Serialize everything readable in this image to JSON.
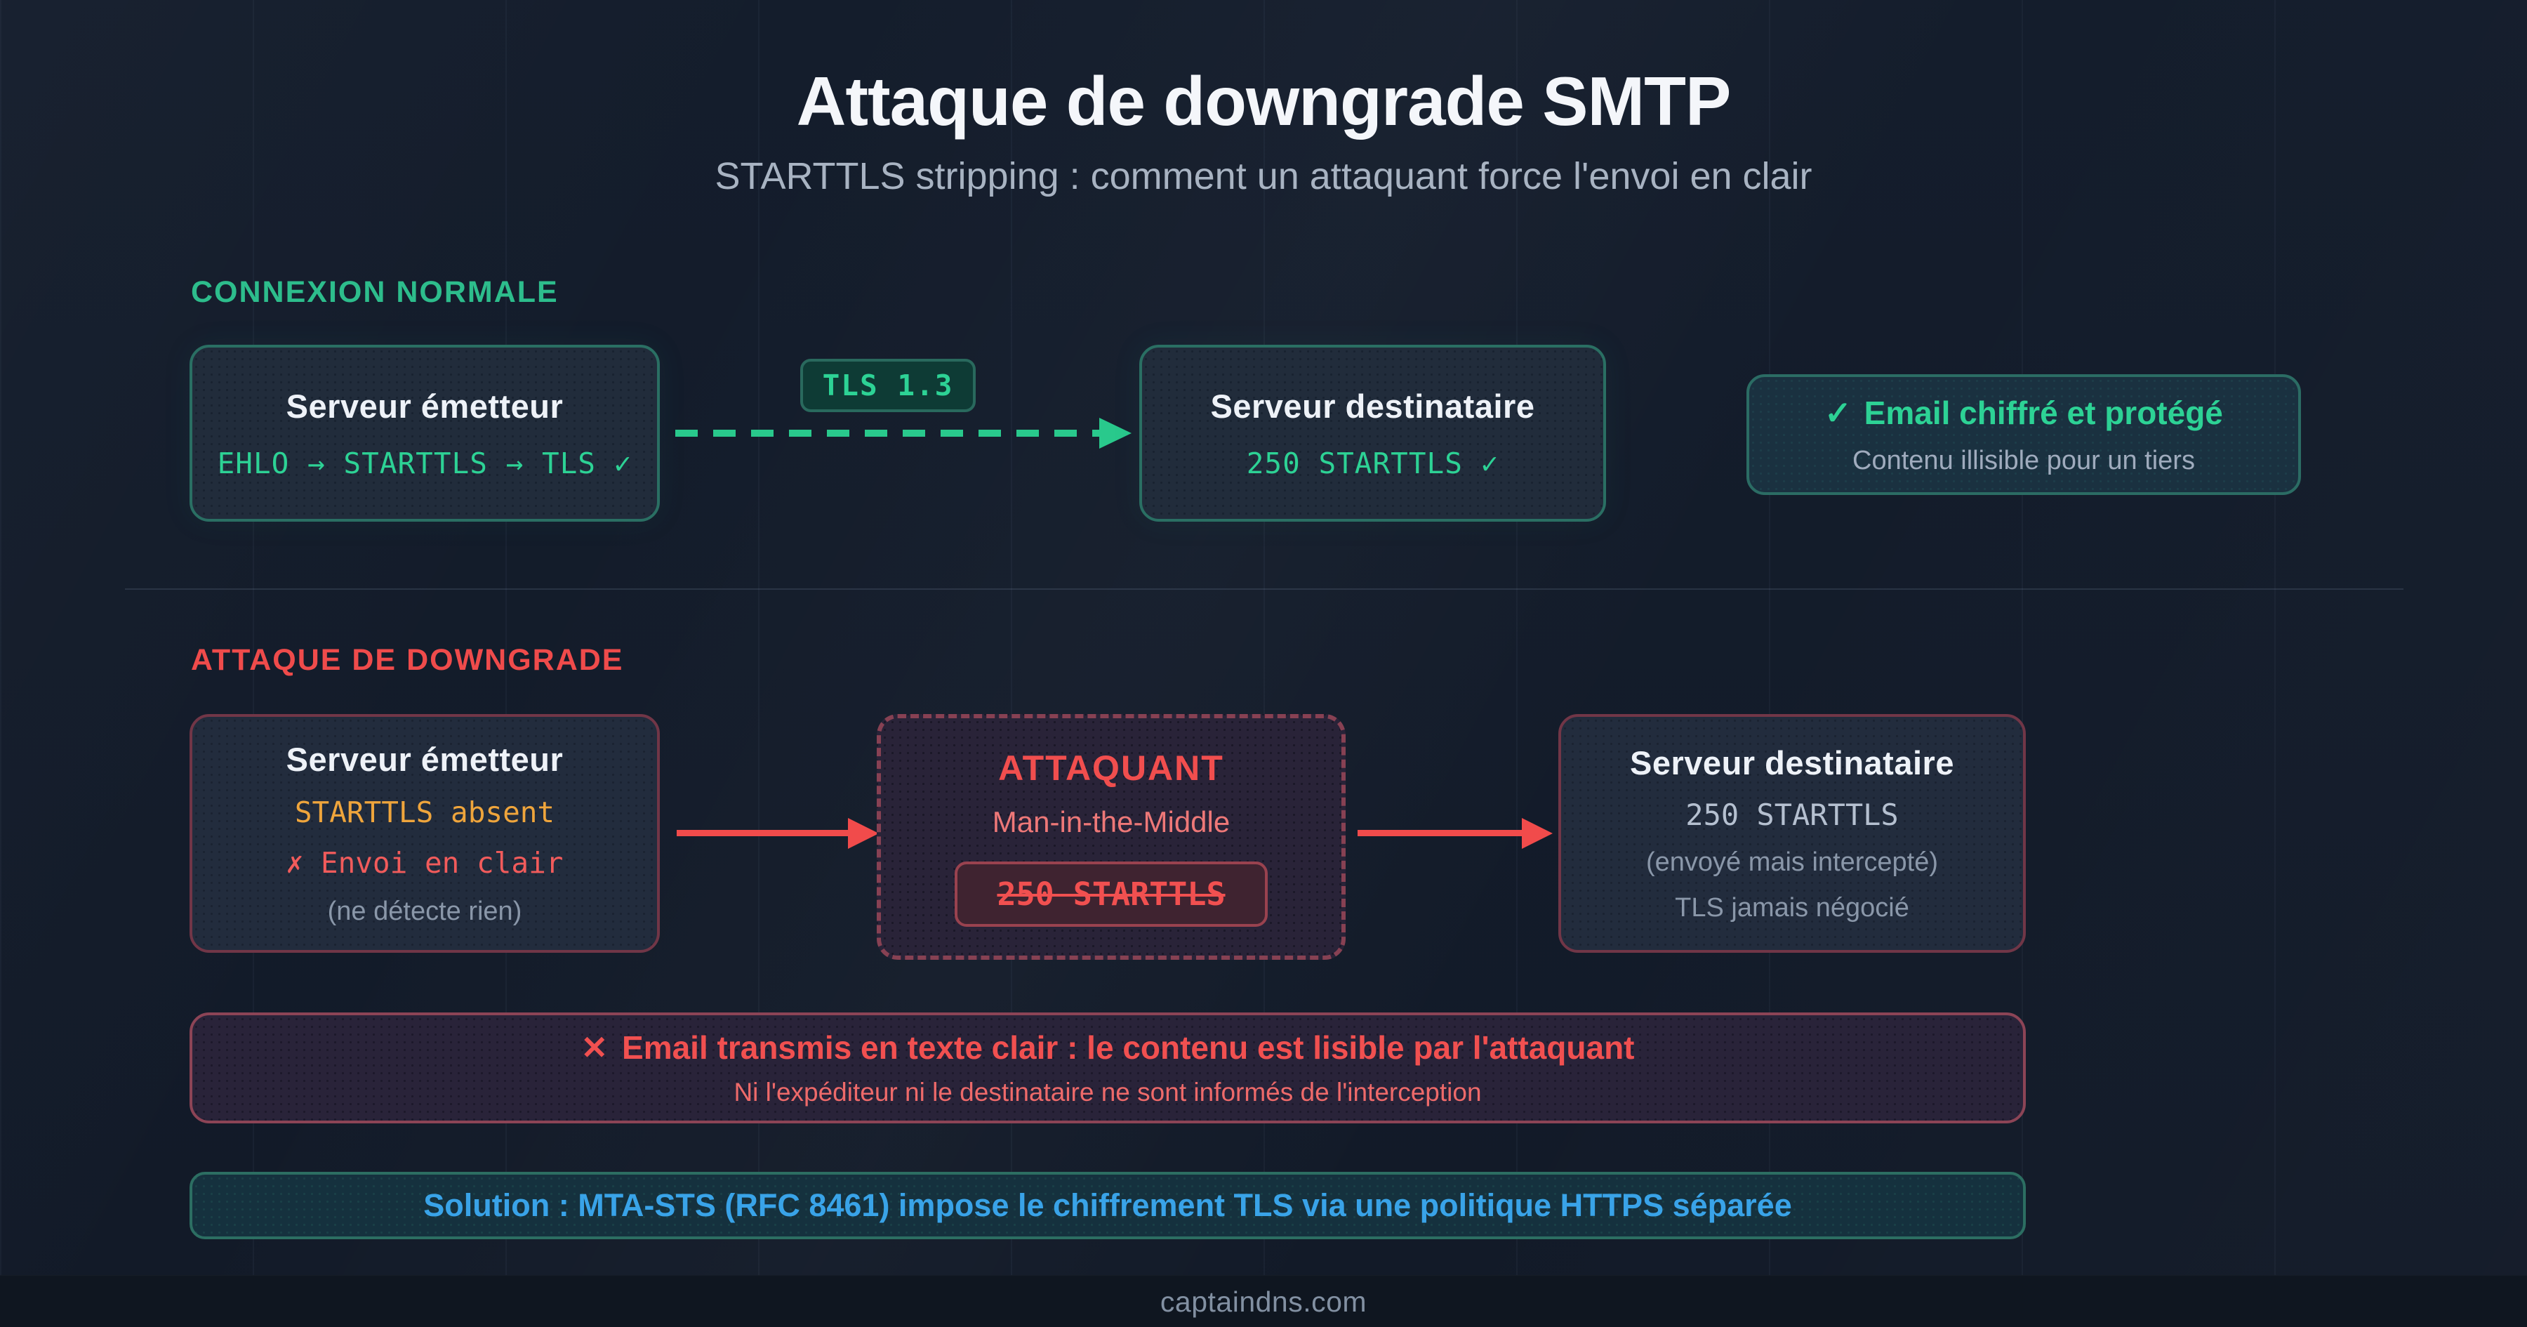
{
  "title": "Attaque de downgrade SMTP",
  "subtitle": "STARTTLS stripping : comment un attaquant force l'envoi en clair",
  "colors": {
    "background": "#131c2b",
    "green_accent": "#2dd295",
    "teal_border": "#2a6f63",
    "red_accent": "#f15050",
    "muted_red_border": "#874153",
    "orange_accent": "#efa53c",
    "blue_accent": "#39a3e8",
    "muted_text": "#8a97a9"
  },
  "normal_flow": {
    "label": "CONNEXION NORMALE",
    "sender": {
      "title": "Serveur émetteur",
      "protocol": "EHLO → STARTTLS → TLS ✓"
    },
    "tls_badge": "TLS 1.3",
    "receiver": {
      "title": "Serveur destinataire",
      "response": "250 STARTTLS ✓"
    },
    "result": {
      "icon": "✓",
      "title": "Email chiffré et protégé",
      "subtitle": "Contenu illisible pour un tiers"
    }
  },
  "attack_flow": {
    "label": "ATTAQUE DE DOWNGRADE",
    "sender": {
      "title": "Serveur émetteur",
      "status": "STARTTLS absent",
      "action": "✗ Envoi en clair",
      "note": "(ne détecte rien)"
    },
    "attacker": {
      "title": "ATTAQUANT",
      "role": "Man-in-the-Middle",
      "stripped_response": "250 STARTTLS"
    },
    "receiver": {
      "title": "Serveur destinataire",
      "response": "250 STARTTLS",
      "note1": "(envoyé mais intercepté)",
      "note2": "TLS jamais négocié"
    },
    "warning": {
      "icon": "✕",
      "title": "Email transmis en texte clair : le contenu est lisible par l'attaquant",
      "subtitle": "Ni l'expéditeur ni le destinataire ne sont informés de l'interception"
    },
    "solution": "Solution : MTA-STS (RFC 8461) impose le chiffrement TLS via une politique HTTPS séparée"
  },
  "footer": "captaindns.com"
}
